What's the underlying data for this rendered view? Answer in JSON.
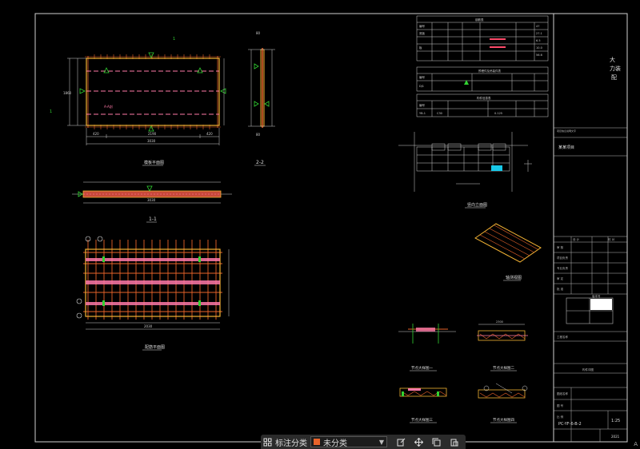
{
  "drawing": {
    "frame_labels": {
      "company_line1": "大",
      "company_line2": "力装",
      "company_line3": "配",
      "project_label": "某某项目",
      "drawing_number": "PC-YF-6-B-2",
      "scale": "1:25",
      "date": "2021"
    },
    "view_titles": {
      "plan_view": "模板平面图",
      "section_22": "2-2",
      "section_11": "1-1",
      "rebar_plan": "配筋平面图",
      "elevation": "竖向立面图",
      "iso": "轴测视图",
      "detail_1": "节点大样图一",
      "detail_2": "节点大样图二",
      "detail_3": "节点大样图三",
      "detail_4": "节点大样图四"
    },
    "dims": {
      "plan_total": "3030",
      "plan_left": "420",
      "plan_mid": "2190",
      "plan_right": "420",
      "plan_height": "1860",
      "rebar_total": "2030",
      "section_len": "3030"
    }
  },
  "toolbar": {
    "label": "标注分类",
    "selected": "未分类",
    "accent": "#e8632a"
  },
  "corner_mark": "A"
}
